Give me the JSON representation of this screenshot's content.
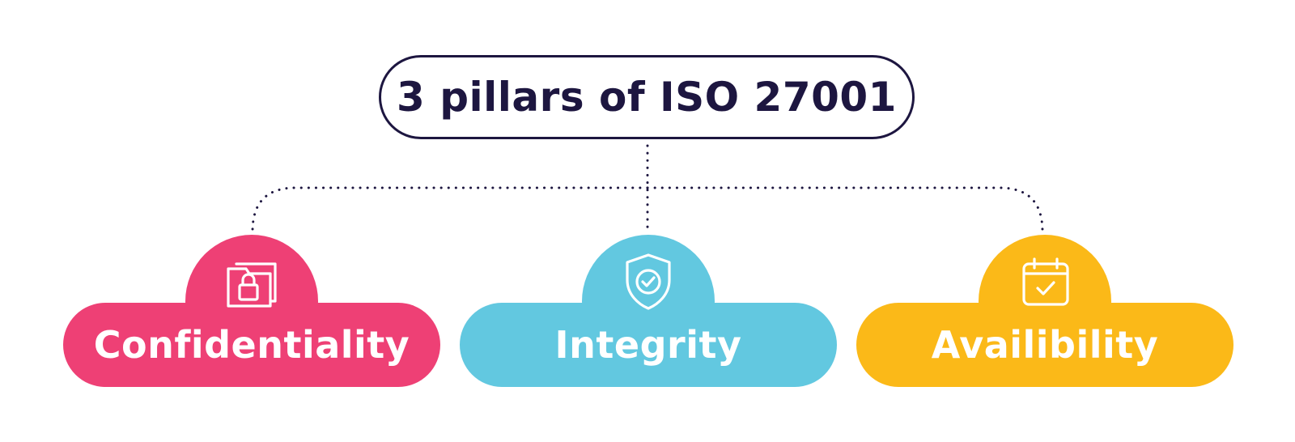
{
  "title": "3 pillars of ISO 27001",
  "colors": {
    "navy": "#1d1640",
    "confidentiality": "#ee4075",
    "integrity": "#62c8e0",
    "availability": "#fbb918"
  },
  "pillars": [
    {
      "label": "Confidentiality",
      "icon": "folder-lock-icon",
      "color": "#ee4075"
    },
    {
      "label": "Integrity",
      "icon": "shield-check-icon",
      "color": "#62c8e0"
    },
    {
      "label": "Availibility",
      "icon": "calendar-check-icon",
      "color": "#fbb918"
    }
  ]
}
